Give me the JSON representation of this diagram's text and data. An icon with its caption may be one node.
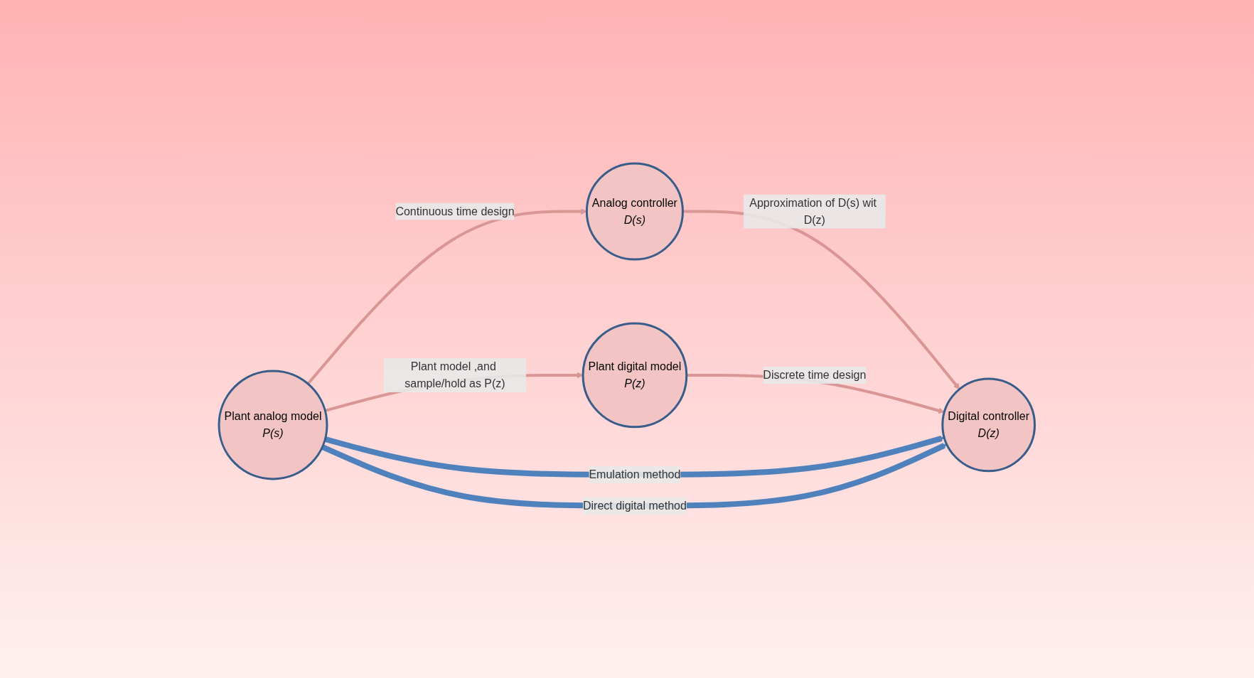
{
  "diagram": {
    "nodes": [
      {
        "text": [
          "Plant analog model",
          "P(s)"
        ]
      },
      {
        "text": [
          "Analog  controller",
          "D(s)"
        ]
      },
      {
        "text": [
          "Plant digital model",
          "P(z)"
        ]
      },
      {
        "text": [
          "Digital  controller",
          "D(z)"
        ]
      }
    ],
    "edges": [
      {
        "from": 0,
        "to": 1,
        "arrow": "to",
        "label": "Continuous time design"
      },
      {
        "from": 0,
        "to": 2,
        "arrow": "to",
        "label": "Plant model ,and sample/hold as P(z)"
      },
      {
        "from": 1,
        "to": 3,
        "arrow": "to",
        "label": "Approximation of D(s) wit D(z)"
      },
      {
        "from": 2,
        "to": 3,
        "arrow": "to",
        "label": "Discrete time design"
      },
      {
        "from": 0,
        "to": 3,
        "arrow": "to",
        "label": "Emulation method",
        "style": "thick",
        "color": "#4f81bd"
      },
      {
        "from": 0,
        "to": 3,
        "arrow": "to",
        "label": "Direct digital method",
        "style": "thick",
        "color": "#4f81bd"
      }
    ]
  }
}
